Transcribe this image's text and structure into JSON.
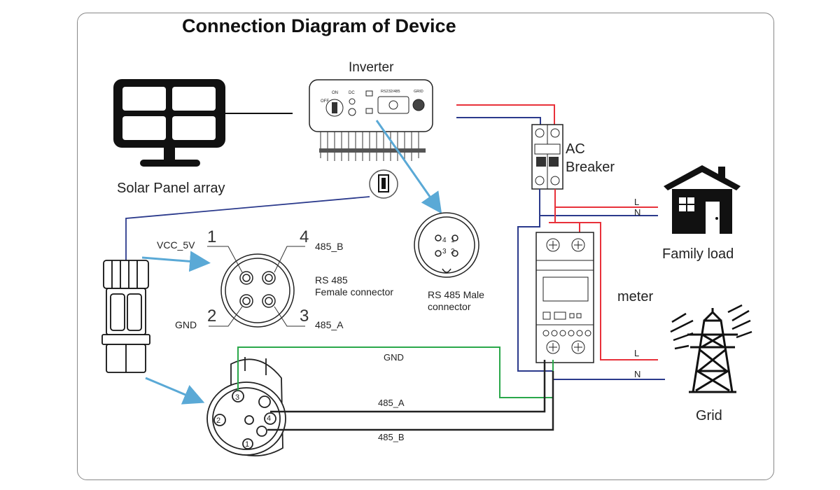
{
  "title": "Connection Diagram of Device",
  "components": {
    "inverter": "Inverter",
    "solar": "Solar Panel array",
    "ac_breaker_1": "AC",
    "ac_breaker_2": "Breaker",
    "family_load": "Family load",
    "meter": "meter",
    "grid": "Grid"
  },
  "connectors": {
    "female_1": "RS 485",
    "female_2": "Female connector",
    "male_1": "RS 485 Male",
    "male_2": "connector"
  },
  "pins": {
    "vcc": "VCC_5V",
    "gnd": "GND",
    "b": "485_B",
    "a": "485_A",
    "n1": "1",
    "n2": "2",
    "n3": "3",
    "n4": "4"
  },
  "wires": {
    "gnd": "GND",
    "a": "485_A",
    "b": "485_B",
    "load_l": "L",
    "load_n": "N",
    "grid_l": "L",
    "grid_n": "N"
  },
  "inverter_panel": {
    "on": "ON",
    "off": "OFF",
    "dc": "DC",
    "rs232": "RS232/485",
    "grid": "GRID"
  },
  "colors": {
    "line": "#e8313a",
    "neutral": "#2b3a8c",
    "gnd": "#2aa84a",
    "arrow": "#5aa9d6",
    "ink": "#111111"
  }
}
